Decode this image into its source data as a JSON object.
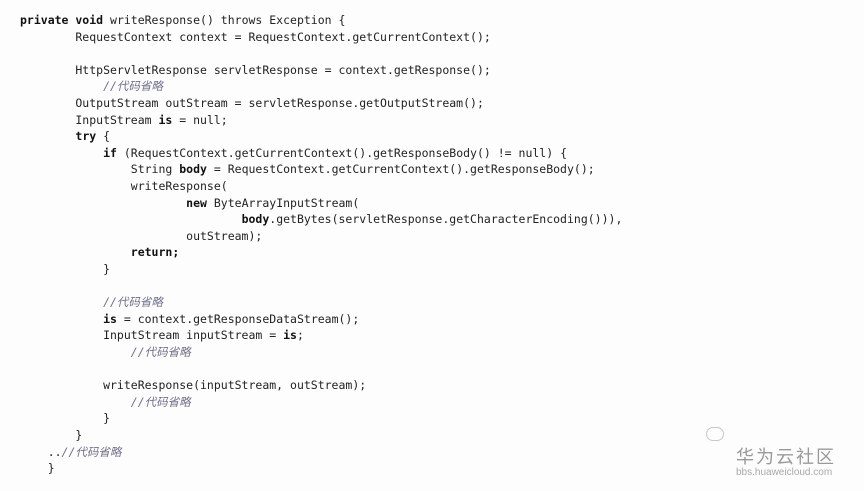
{
  "code": {
    "lines": [
      [
        {
          "t": "private void",
          "c": "kw"
        },
        {
          "t": " writeResponse() throws Exception {"
        }
      ],
      [
        {
          "t": "        RequestContext context = RequestContext.getCurrentContext();"
        }
      ],
      [
        {
          "t": ""
        }
      ],
      [
        {
          "t": "        HttpServletResponse servletResponse = context.getResponse();"
        }
      ],
      [
        {
          "t": "            //代码省略",
          "c": "comment"
        }
      ],
      [
        {
          "t": "        OutputStream outStream = servletResponse.getOutputStream();"
        }
      ],
      [
        {
          "t": "        InputStream "
        },
        {
          "t": "is",
          "c": "kw"
        },
        {
          "t": " = null;"
        }
      ],
      [
        {
          "t": "        "
        },
        {
          "t": "try",
          "c": "kw"
        },
        {
          "t": " {"
        }
      ],
      [
        {
          "t": "            "
        },
        {
          "t": "if",
          "c": "kw"
        },
        {
          "t": " (RequestContext.getCurrentContext().getResponseBody() != null) {"
        }
      ],
      [
        {
          "t": "                String "
        },
        {
          "t": "body",
          "c": "kw"
        },
        {
          "t": " = RequestContext.getCurrentContext().getResponseBody();"
        }
      ],
      [
        {
          "t": "                writeResponse("
        }
      ],
      [
        {
          "t": "                        "
        },
        {
          "t": "new",
          "c": "kw"
        },
        {
          "t": " ByteArrayInputStream("
        }
      ],
      [
        {
          "t": "                                "
        },
        {
          "t": "body",
          "c": "kw"
        },
        {
          "t": ".getBytes(servletResponse.getCharacterEncoding())),"
        }
      ],
      [
        {
          "t": "                        outStream);"
        }
      ],
      [
        {
          "t": "                "
        },
        {
          "t": "return;",
          "c": "kw"
        }
      ],
      [
        {
          "t": "            }"
        }
      ],
      [
        {
          "t": ""
        }
      ],
      [
        {
          "t": "            //代码省略",
          "c": "comment"
        }
      ],
      [
        {
          "t": "            "
        },
        {
          "t": "is",
          "c": "kw"
        },
        {
          "t": " = context.getResponseDataStream();"
        }
      ],
      [
        {
          "t": "            InputStream inputStream = "
        },
        {
          "t": "is",
          "c": "kw"
        },
        {
          "t": ";"
        }
      ],
      [
        {
          "t": "                //代码省略",
          "c": "comment"
        }
      ],
      [
        {
          "t": ""
        }
      ],
      [
        {
          "t": "            writeResponse(inputStream, outStream);"
        }
      ],
      [
        {
          "t": "                //代码省略",
          "c": "comment"
        }
      ],
      [
        {
          "t": "            }"
        }
      ],
      [
        {
          "t": "        }"
        }
      ],
      [
        {
          "t": "    .."
        },
        {
          "t": "//代码省略",
          "c": "comment"
        }
      ],
      [
        {
          "t": "    }"
        }
      ]
    ]
  },
  "watermark": {
    "brand": "华为云社区",
    "url": "bbs.huaweicloud.com"
  }
}
